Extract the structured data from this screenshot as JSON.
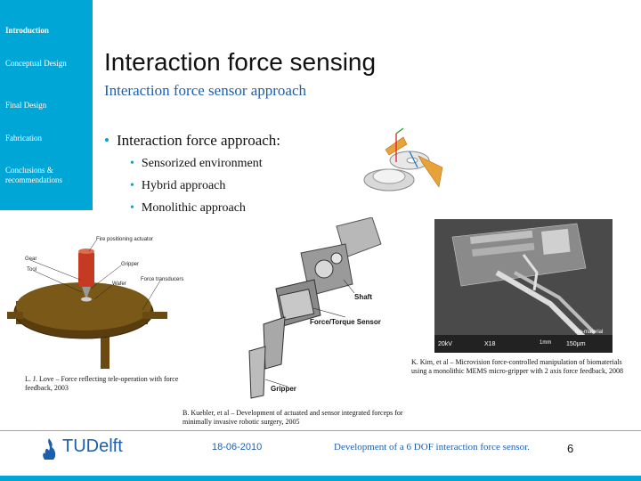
{
  "sidebar": {
    "items": [
      {
        "label": "Introduction"
      },
      {
        "label": "Conceptual Design"
      },
      {
        "label": "Final Design"
      },
      {
        "label": "Fabrication"
      },
      {
        "label": "Conclusions & recommendations"
      }
    ]
  },
  "slide": {
    "title": "Interaction force sensing",
    "subtitle": "Interaction force sensor approach",
    "bullet_main": "Interaction force approach:",
    "bullets": [
      "Sensorized environment",
      "Hybrid approach",
      "Monolithic approach"
    ]
  },
  "figures": {
    "left": {
      "labels": [
        "Fire positioning actuator",
        "Gear",
        "Tool",
        "Gripper",
        "Wafer",
        "Force transducers"
      ],
      "caption": "L. J. Love – Force reflecting tele-operation with force feedback, 2003"
    },
    "center": {
      "labels": [
        "Force/Torque Sensor",
        "Shaft",
        "Gripper"
      ],
      "caption": "B. Kuebler, et al – Development of actuated and sensor integrated forceps for minimally invasive robotic surgery, 2005"
    },
    "right": {
      "labels": [
        "20kV",
        "X18",
        "1mm",
        "150µm",
        "bio-material"
      ],
      "caption": "K. Kim, et al – Microvision force-controlled manipulation of biomaterials using a monolithic MEMS micro-gripper with 2 axis force feedback, 2008"
    }
  },
  "footer": {
    "logo": "TUDelft",
    "date": "18-06-2010",
    "title": "Development of a 6 DOF interaction force sensor.",
    "page": "6"
  },
  "colors": {
    "accent": "#00a6d6",
    "text_blue": "#1c5fae"
  }
}
